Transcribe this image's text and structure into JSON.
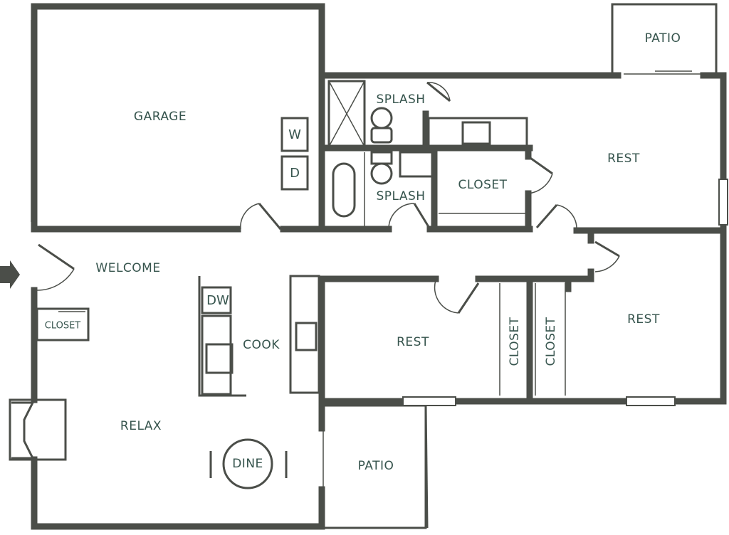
{
  "colors": {
    "wall": "#4b4e49",
    "label": "#36544d",
    "background": "#ffffff"
  },
  "rooms": {
    "garage": "GARAGE",
    "patio_top": "PATIO",
    "splash_top": "SPLASH",
    "splash_bottom": "SPLASH",
    "closet_hall": "CLOSET",
    "rest_top": "REST",
    "welcome": "WELCOME",
    "closet_entry": "CLOSET",
    "cook": "COOK",
    "rest_middle": "REST",
    "closet_vert_1": "CLOSET",
    "closet_vert_2": "CLOSET",
    "rest_right": "REST",
    "relax": "RELAX",
    "dine": "DINE",
    "patio_bottom": "PATIO"
  },
  "appliances": {
    "washer": "W",
    "dryer": "D",
    "dishwasher": "DW"
  },
  "icons": {
    "entry": "entry-arrow-icon"
  }
}
